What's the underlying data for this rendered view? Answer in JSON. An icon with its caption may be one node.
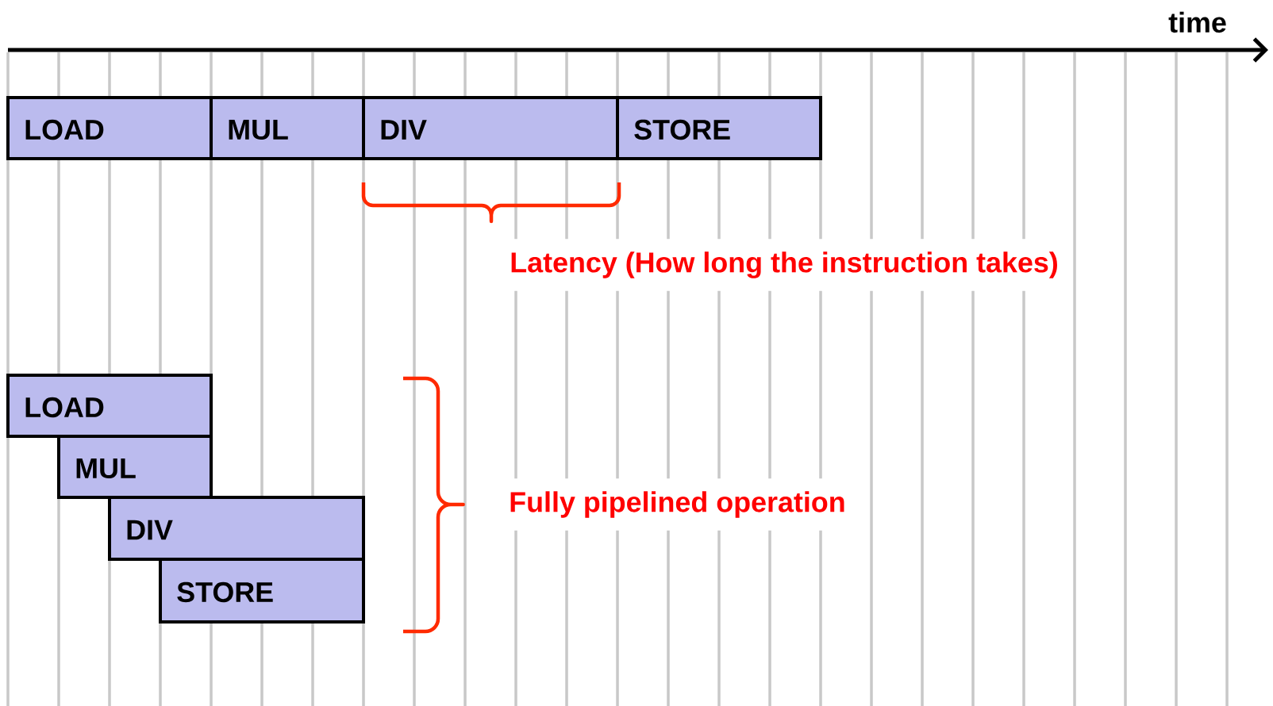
{
  "diagram": {
    "nodes": [
      {
        "text": [
          "LOAD"
        ]
      },
      {
        "text": [
          "MUL"
        ]
      },
      {
        "text": [
          "DIV"
        ]
      },
      {
        "text": [
          "STORE"
        ]
      },
      {
        "text": [
          "LOAD"
        ]
      },
      {
        "text": [
          "MUL"
        ]
      },
      {
        "text": [
          "DIV"
        ]
      },
      {
        "text": [
          "STORE"
        ]
      }
    ],
    "labels": [
      "time",
      "Latency (How long the instruction takes)",
      "Fully pipelined operation"
    ]
  }
}
